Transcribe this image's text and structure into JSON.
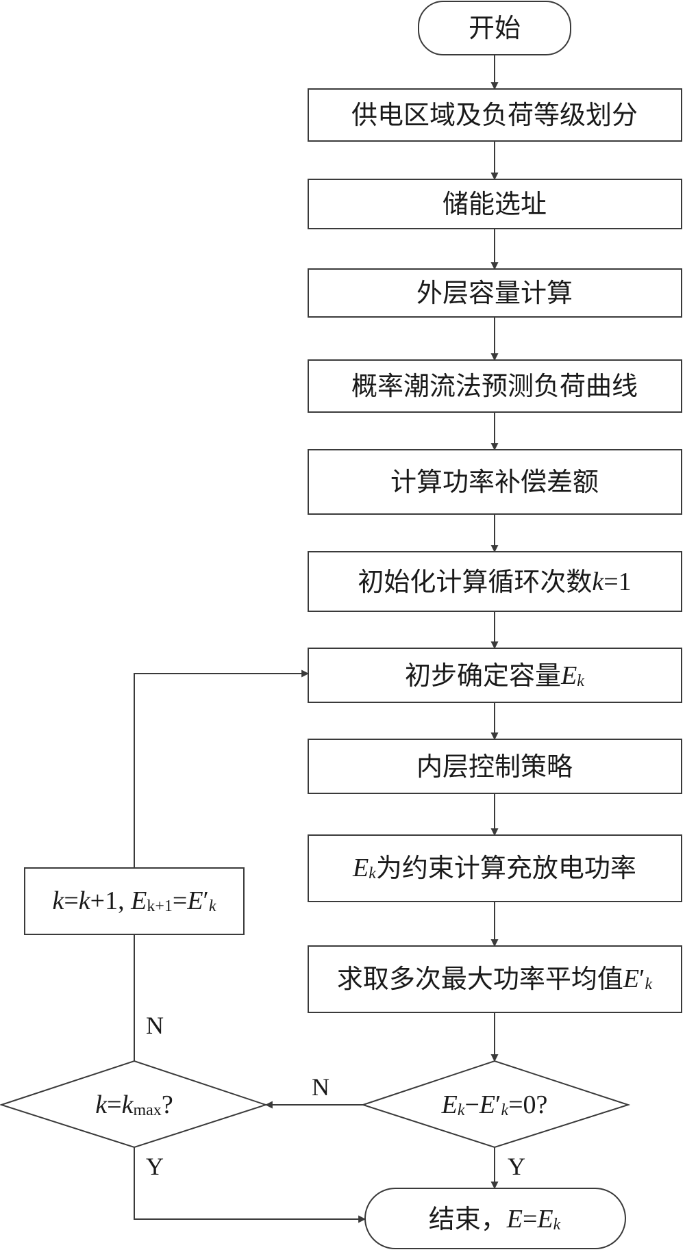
{
  "flowchart": {
    "start": "开始",
    "steps": [
      "供电区域及负荷等级划分",
      "储能选址",
      "外层容量计算",
      "概率潮流法预测负荷曲线",
      "计算功率补偿差额",
      "初始化计算循环次数",
      "初步确定容量",
      "内层控制策略",
      "为约束计算充放电功率",
      "求取多次最大功率平均值"
    ],
    "init_k": "k",
    "init_eq": "=1",
    "sym_E": "E",
    "sub_k": "k",
    "sub_k1": "k+1",
    "sub_max": "max",
    "prime": "′",
    "update_k": "k",
    "update_eq": "=",
    "update_plus": "+1, ",
    "decision1_minus": "−",
    "decision1_tail": "=0?",
    "decision2_eq": "=",
    "decision2_q": "?",
    "end_text": "结束，",
    "end_eq": "=",
    "labels": {
      "no": "N",
      "yes": "Y"
    }
  }
}
